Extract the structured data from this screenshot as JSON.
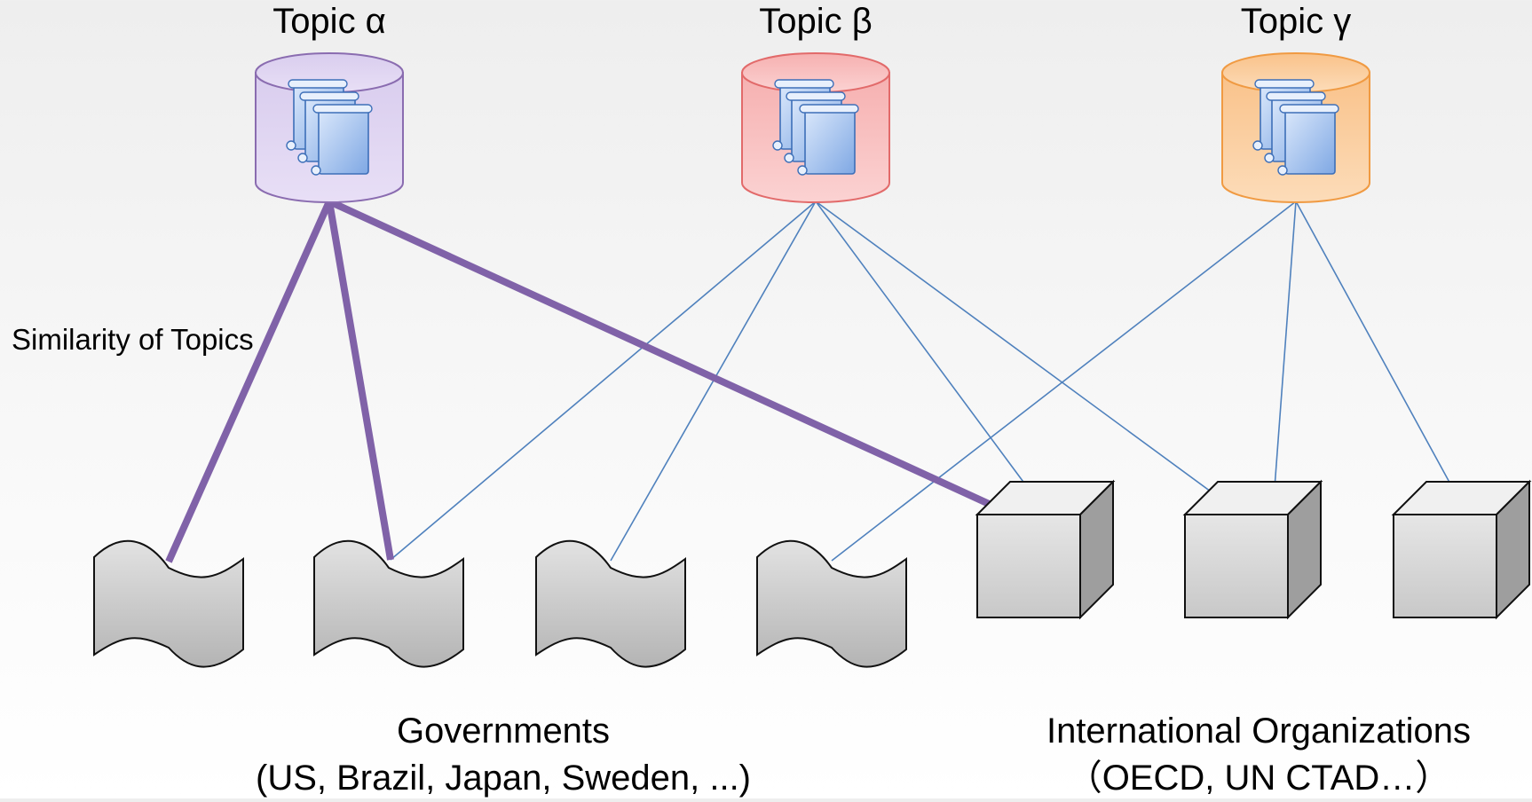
{
  "topics": [
    {
      "id": "alpha",
      "label": "Topic α",
      "color": "#8a6cb0"
    },
    {
      "id": "beta",
      "label": "Topic β",
      "color": "#e26a6a"
    },
    {
      "id": "gamma",
      "label": "Topic γ",
      "color": "#f09a42"
    }
  ],
  "similarity_label": "Similarity of Topics",
  "groups": {
    "governments": {
      "title": "Governments",
      "subtitle": "(US, Brazil, Japan, Sweden, ...)"
    },
    "international_orgs": {
      "title": "International Organizations",
      "subtitle": "（OECD, UN CTAD…）"
    }
  },
  "nodes": [
    {
      "id": "doc-1",
      "kind": "document",
      "group": "governments"
    },
    {
      "id": "doc-2",
      "kind": "document",
      "group": "governments"
    },
    {
      "id": "doc-3",
      "kind": "document",
      "group": "governments"
    },
    {
      "id": "doc-4",
      "kind": "document",
      "group": "governments"
    },
    {
      "id": "cube-1",
      "kind": "cube",
      "group": "international_orgs"
    },
    {
      "id": "cube-2",
      "kind": "cube",
      "group": "international_orgs"
    },
    {
      "id": "cube-3",
      "kind": "cube",
      "group": "international_orgs"
    }
  ],
  "edges": [
    {
      "from": "alpha",
      "to": "doc-1",
      "style": "strong"
    },
    {
      "from": "alpha",
      "to": "doc-2",
      "style": "strong"
    },
    {
      "from": "alpha",
      "to": "cube-1",
      "style": "strong"
    },
    {
      "from": "beta",
      "to": "doc-2",
      "style": "thin"
    },
    {
      "from": "beta",
      "to": "doc-3",
      "style": "thin"
    },
    {
      "from": "beta",
      "to": "cube-1",
      "style": "thin"
    },
    {
      "from": "beta",
      "to": "cube-2",
      "style": "thin"
    },
    {
      "from": "gamma",
      "to": "doc-4",
      "style": "thin"
    },
    {
      "from": "gamma",
      "to": "cube-2",
      "style": "thin"
    },
    {
      "from": "gamma",
      "to": "cube-3",
      "style": "thin"
    }
  ],
  "colors": {
    "strong_edge": "#8062a8",
    "thin_edge": "#4f81bd",
    "doc_fill": "#c7c7c7",
    "page_icon": "#8fb4e8"
  }
}
